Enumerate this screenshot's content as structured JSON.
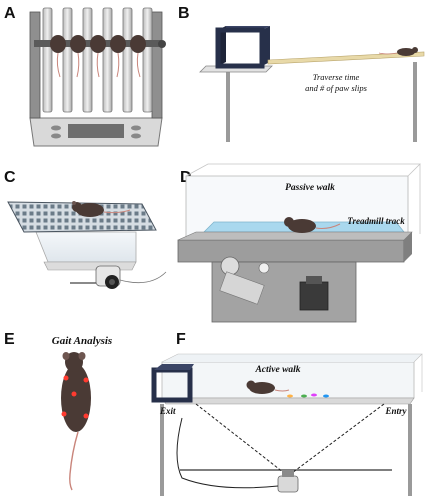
{
  "panels": {
    "a": {
      "letter": "A"
    },
    "b": {
      "letter": "B",
      "caption_line1": "Traverse time",
      "caption_line2": "and # of paw slips"
    },
    "c": {
      "letter": "C"
    },
    "d": {
      "letter": "D",
      "label_passive": "Passive walk",
      "label_treadmill": "Treadmill track"
    },
    "e": {
      "letter": "E",
      "title": "Gait Analysis"
    },
    "f": {
      "letter": "F",
      "label_active": "Active walk",
      "label_exit": "Exit",
      "label_entry": "Entry"
    }
  },
  "colors": {
    "mouse": "#4a3a35",
    "mouse_tail": "#c9857b",
    "frame": "#8c8c8c",
    "rod": "#e8d9a8",
    "dark_box": "#27304a",
    "track_water": "#a9d8ee",
    "grid": "#5a6a78",
    "led": "#ff3b30"
  }
}
